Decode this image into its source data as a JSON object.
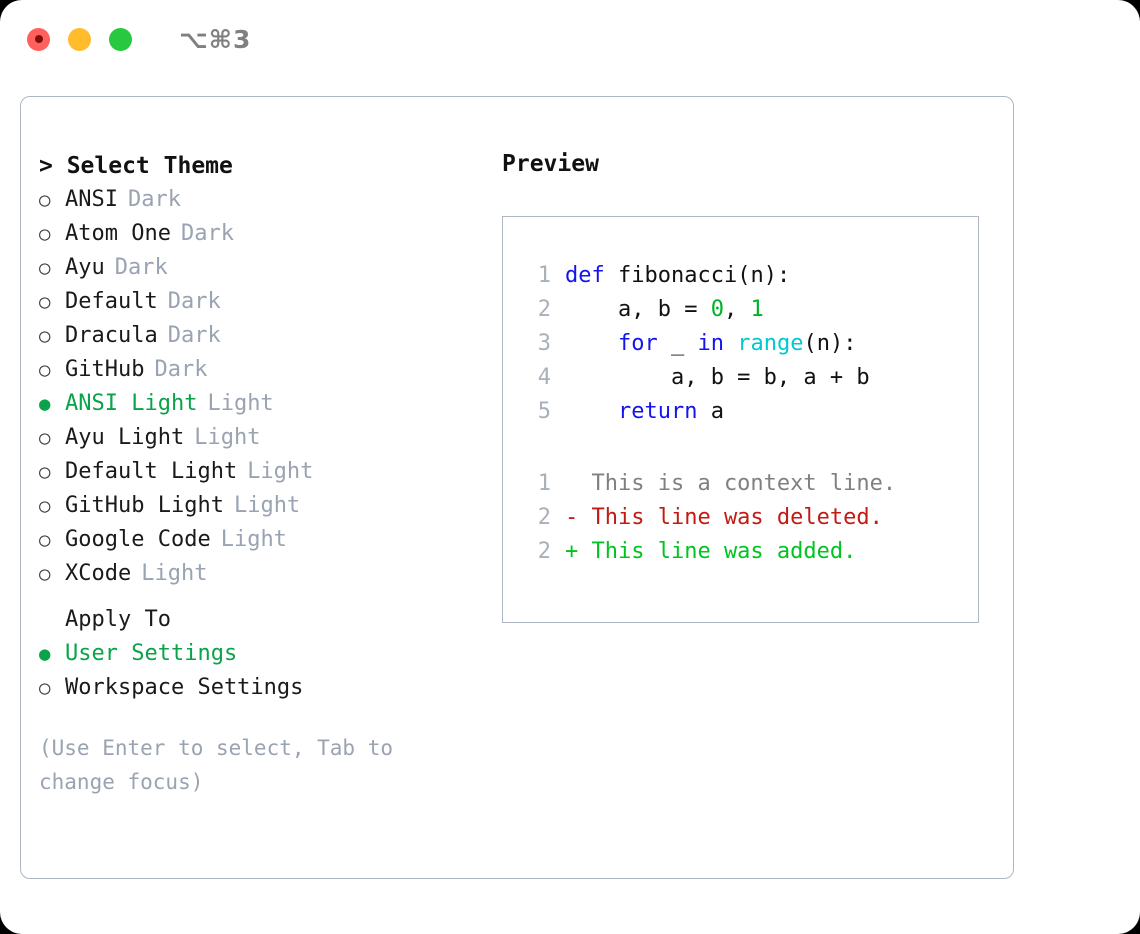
{
  "titlebar": {
    "shortcut": "⌥⌘3",
    "lights": [
      {
        "name": "close",
        "color": "#ff605c"
      },
      {
        "name": "minimize",
        "color": "#ffbd2e"
      },
      {
        "name": "maximize",
        "color": "#28c840"
      }
    ]
  },
  "colors": {
    "accent_green": "#0aa34a",
    "muted": "#9aa3b2",
    "border": "#aeb6c4",
    "keyword": "#1414ee",
    "number": "#00b326",
    "builtin": "#00c9cf",
    "diff_add": "#00c420",
    "diff_del": "#c11b13",
    "diff_ctx": "#808080"
  },
  "theme_list": {
    "heading": "> Select Theme",
    "items": [
      {
        "bullet": "○",
        "label": "ANSI",
        "suffix": "Dark",
        "selected": false
      },
      {
        "bullet": "○",
        "label": "Atom One",
        "suffix": "Dark",
        "selected": false
      },
      {
        "bullet": "○",
        "label": "Ayu",
        "suffix": "Dark",
        "selected": false
      },
      {
        "bullet": "○",
        "label": "Default",
        "suffix": "Dark",
        "selected": false
      },
      {
        "bullet": "○",
        "label": "Dracula",
        "suffix": "Dark",
        "selected": false
      },
      {
        "bullet": "○",
        "label": "GitHub",
        "suffix": "Dark",
        "selected": false
      },
      {
        "bullet": "●",
        "label": "ANSI Light",
        "suffix": "Light",
        "selected": true
      },
      {
        "bullet": "○",
        "label": "Ayu Light",
        "suffix": "Light",
        "selected": false
      },
      {
        "bullet": "○",
        "label": "Default Light",
        "suffix": "Light",
        "selected": false
      },
      {
        "bullet": "○",
        "label": "GitHub Light",
        "suffix": "Light",
        "selected": false
      },
      {
        "bullet": "○",
        "label": "Google Code",
        "suffix": "Light",
        "selected": false
      },
      {
        "bullet": "○",
        "label": "XCode",
        "suffix": "Light",
        "selected": false
      }
    ]
  },
  "apply_to": {
    "heading": "Apply To",
    "items": [
      {
        "bullet": "●",
        "label": "User Settings",
        "selected": true
      },
      {
        "bullet": "○",
        "label": "Workspace Settings",
        "selected": false
      }
    ]
  },
  "hint": "(Use Enter to select, Tab to change focus)",
  "preview": {
    "title": "Preview",
    "code_lines": [
      {
        "no": "1",
        "tokens": [
          {
            "t": "def",
            "c": "kw"
          },
          {
            "t": " ",
            "c": "pl"
          },
          {
            "t": "fibonacci",
            "c": "fn"
          },
          {
            "t": "(n):",
            "c": "pl"
          }
        ]
      },
      {
        "no": "2",
        "tokens": [
          {
            "t": "    a, b = ",
            "c": "pl"
          },
          {
            "t": "0",
            "c": "num"
          },
          {
            "t": ", ",
            "c": "pl"
          },
          {
            "t": "1",
            "c": "num"
          }
        ]
      },
      {
        "no": "3",
        "tokens": [
          {
            "t": "    ",
            "c": "pl"
          },
          {
            "t": "for",
            "c": "kw"
          },
          {
            "t": " _ ",
            "c": "pl"
          },
          {
            "t": "in",
            "c": "kw"
          },
          {
            "t": " ",
            "c": "pl"
          },
          {
            "t": "range",
            "c": "bi"
          },
          {
            "t": "(n):",
            "c": "pl"
          }
        ]
      },
      {
        "no": "4",
        "tokens": [
          {
            "t": "        a, b = b, a + b",
            "c": "pl"
          }
        ]
      },
      {
        "no": "5",
        "tokens": [
          {
            "t": "    ",
            "c": "pl"
          },
          {
            "t": "return",
            "c": "kw"
          },
          {
            "t": " a",
            "c": "pl"
          }
        ]
      }
    ],
    "diff_lines": [
      {
        "no": "1",
        "marker": " ",
        "text": " This is a context line.",
        "kind": "ctx"
      },
      {
        "no": "2",
        "marker": "-",
        "text": " This line was deleted.",
        "kind": "del"
      },
      {
        "no": "2",
        "marker": "+",
        "text": " This line was added.",
        "kind": "add"
      }
    ]
  }
}
